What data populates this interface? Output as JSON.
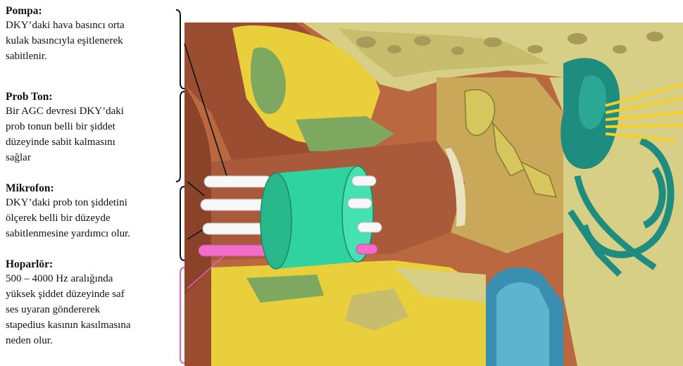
{
  "labels": {
    "pompa": {
      "title": "Pompa:",
      "lines": [
        "DKY’daki hava basıncı orta",
        "kulak basıncıyla eşitlenerek",
        "sabitlenir."
      ]
    },
    "prob_ton": {
      "title": "Prob Ton:",
      "lines": [
        "Bir AGC devresi DKY’daki",
        "prob tonun belli bir şiddet",
        "düzeyinde sabit kalmasını",
        "sağlar"
      ]
    },
    "mikrofon": {
      "title": "Mikrofon:",
      "lines": [
        "DKY’daki prob ton şiddetini",
        "ölçerek belli bir düzeyde",
        "sabitlenmesine yardımcı olur."
      ]
    },
    "hoparlor": {
      "title": "Hoparlör:",
      "lines": [
        "500 – 4000 Hz aralığında",
        "yüksek şiddet düzeyinde saf",
        "ses  uyaran göndererek",
        "stapedius kasının kasılmasına",
        "neden olur."
      ]
    }
  },
  "colors": {
    "probe_body": "#2ed3a0",
    "probe_tube_white": "#f7f7f7",
    "probe_tube_pink": "#f06ec8",
    "speaker_line": "#e55db8",
    "ear_canal_skin": "#a85a3a",
    "bone": "#d8cf86",
    "cartilage_yellow": "#f2dc3a",
    "cochlea_teal": "#1e8c7f",
    "nerve_yellow": "#f5cf2a"
  }
}
